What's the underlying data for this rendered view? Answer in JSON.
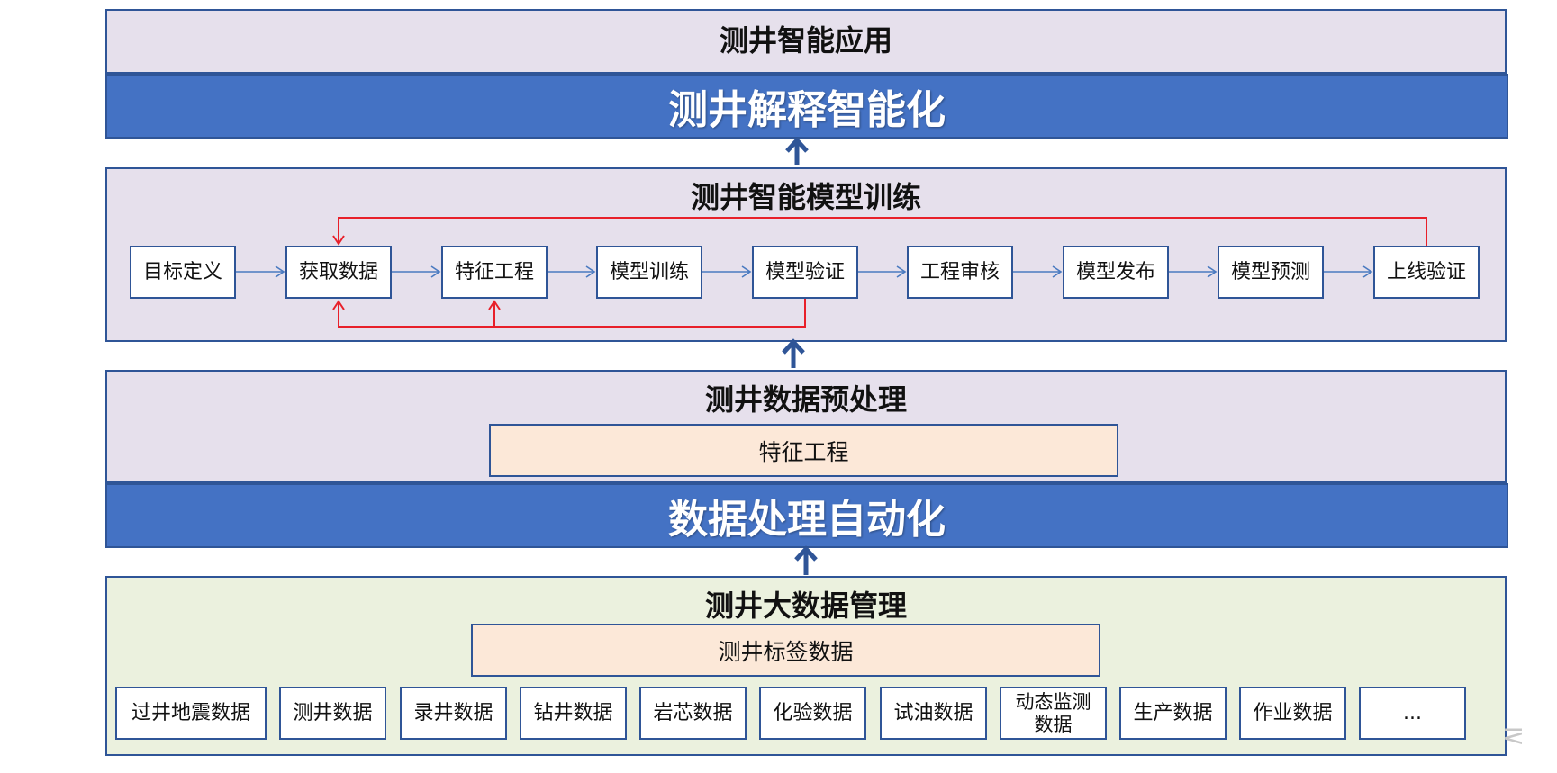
{
  "app_panel": {
    "title": "测井智能应用",
    "band": "测井解释智能化"
  },
  "training_panel": {
    "title": "测井智能模型训练",
    "steps": [
      "目标定义",
      "获取数据",
      "特征工程",
      "模型训练",
      "模型验证",
      "工程审核",
      "模型发布",
      "模型预测",
      "上线验证"
    ]
  },
  "preprocess_panel": {
    "title": "测井数据预处理",
    "inner": "特征工程",
    "band": "数据处理自动化"
  },
  "bigdata_panel": {
    "title": "测井大数据管理",
    "inner": "测井标签数据",
    "sources": [
      "过井地震数据",
      "测井数据",
      "录井数据",
      "钻井数据",
      "岩芯数据",
      "化验数据",
      "试油数据",
      "动态监测数据",
      "生产数据",
      "作业数据",
      "..."
    ]
  },
  "colors": {
    "panel_border": "#2f5597",
    "band": "#4472c4",
    "lavender": "#e6e0ec",
    "green": "#ebf1de",
    "peach": "#fce8d8",
    "flow_arrow": "#4a7ac0",
    "feedback_arrow": "#e8202a"
  }
}
